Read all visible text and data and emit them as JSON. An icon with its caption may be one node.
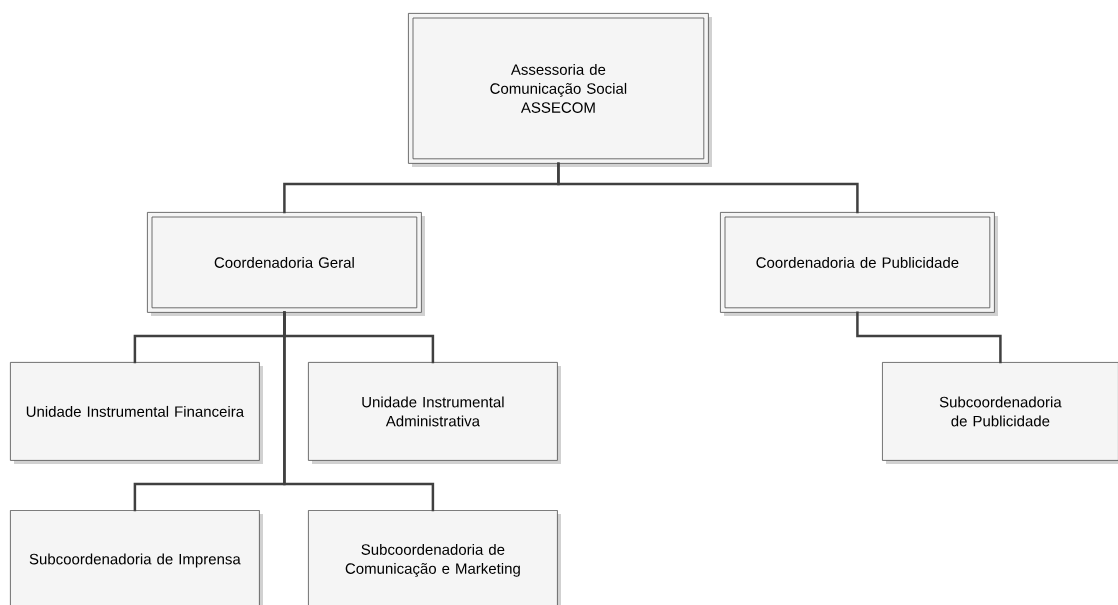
{
  "diagram": {
    "nodes": [
      {
        "text": [
          "Assessoria de Comunicação Social",
          "ASSECOM"
        ]
      },
      {
        "text": [
          "Coordenadoria Geral"
        ]
      },
      {
        "text": [
          "Coordenadoria de Publicidade"
        ]
      },
      {
        "text": [
          "Unidade Instrumental Financeira"
        ]
      },
      {
        "text": [
          "Unidade Instrumental Administrativa"
        ]
      },
      {
        "text": [
          "Subcoordenadoria de Imprensa"
        ]
      },
      {
        "text": [
          "Subcoordenadoria de Comunicação e Marketing"
        ]
      },
      {
        "text": [
          "Subcoordenadoria de Publicidade"
        ]
      }
    ],
    "edges": [
      {
        "from": 0,
        "to": 1,
        "arrow": "none"
      },
      {
        "from": 0,
        "to": 2,
        "arrow": "none"
      },
      {
        "from": 1,
        "to": 3,
        "arrow": "none"
      },
      {
        "from": 1,
        "to": 4,
        "arrow": "none"
      },
      {
        "from": 1,
        "to": 5,
        "arrow": "none"
      },
      {
        "from": 1,
        "to": 6,
        "arrow": "none"
      },
      {
        "from": 2,
        "to": 7,
        "arrow": "none"
      }
    ]
  }
}
